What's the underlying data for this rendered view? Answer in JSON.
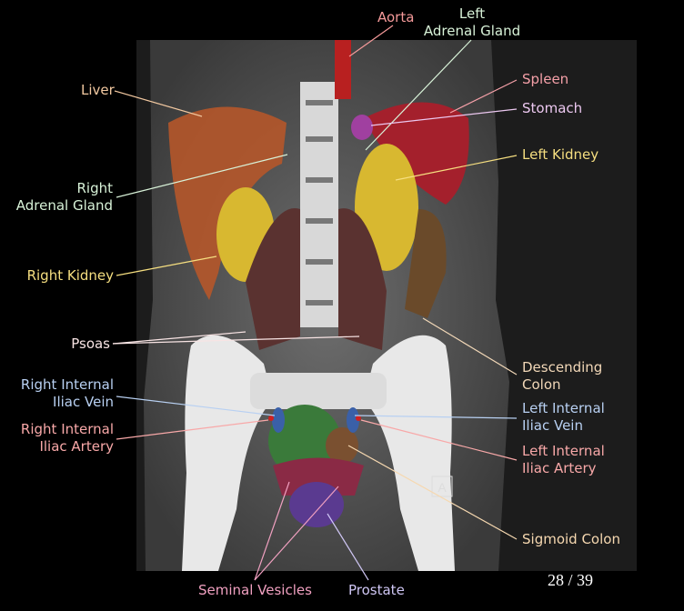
{
  "viewer": {
    "page_indicator": "28 / 39",
    "orientation_marker": "A"
  },
  "labels": {
    "aorta": {
      "text": "Aorta",
      "color": "#f59a9a"
    },
    "left_adrenal_1": {
      "text": "Left",
      "color": "#d8f2d8"
    },
    "left_adrenal_2": {
      "text": "Adrenal Gland",
      "color": "#d8f2d8"
    },
    "liver": {
      "text": "Liver",
      "color": "#f2c8a0"
    },
    "spleen": {
      "text": "Spleen",
      "color": "#f5a0a8"
    },
    "stomach": {
      "text": "Stomach",
      "color": "#ecc8f0"
    },
    "left_kidney": {
      "text": "Left Kidney",
      "color": "#f6df80"
    },
    "right_adrenal_1": {
      "text": "Right",
      "color": "#d8f2d8"
    },
    "right_adrenal_2": {
      "text": "Adrenal Gland",
      "color": "#d8f2d8"
    },
    "right_kidney": {
      "text": "Right Kidney",
      "color": "#f6df80"
    },
    "psoas": {
      "text": "Psoas",
      "color": "#f8e4e4"
    },
    "desc_colon_1": {
      "text": "Descending",
      "color": "#f2d8b8"
    },
    "desc_colon_2": {
      "text": "Colon",
      "color": "#f2d8b8"
    },
    "r_iliac_vein_1": {
      "text": "Right Internal",
      "color": "#b8d0f2"
    },
    "r_iliac_vein_2": {
      "text": "Iliac Vein",
      "color": "#b8d0f2"
    },
    "r_iliac_artery_1": {
      "text": "Right Internal",
      "color": "#f8a8a8"
    },
    "r_iliac_artery_2": {
      "text": "Iliac Artery",
      "color": "#f8a8a8"
    },
    "l_iliac_vein_1": {
      "text": "Left Internal",
      "color": "#b8d0f2"
    },
    "l_iliac_vein_2": {
      "text": "Iliac Vein",
      "color": "#b8d0f2"
    },
    "l_iliac_artery_1": {
      "text": "Left Internal",
      "color": "#f8a8a8"
    },
    "l_iliac_artery_2": {
      "text": "Iliac Artery",
      "color": "#f8a8a8"
    },
    "sigmoid": {
      "text": "Sigmoid Colon",
      "color": "#f6d8b0"
    },
    "seminal": {
      "text": "Seminal Vesicles",
      "color": "#f0a0c0"
    },
    "prostate": {
      "text": "Prostate",
      "color": "#cfc6f4"
    }
  }
}
